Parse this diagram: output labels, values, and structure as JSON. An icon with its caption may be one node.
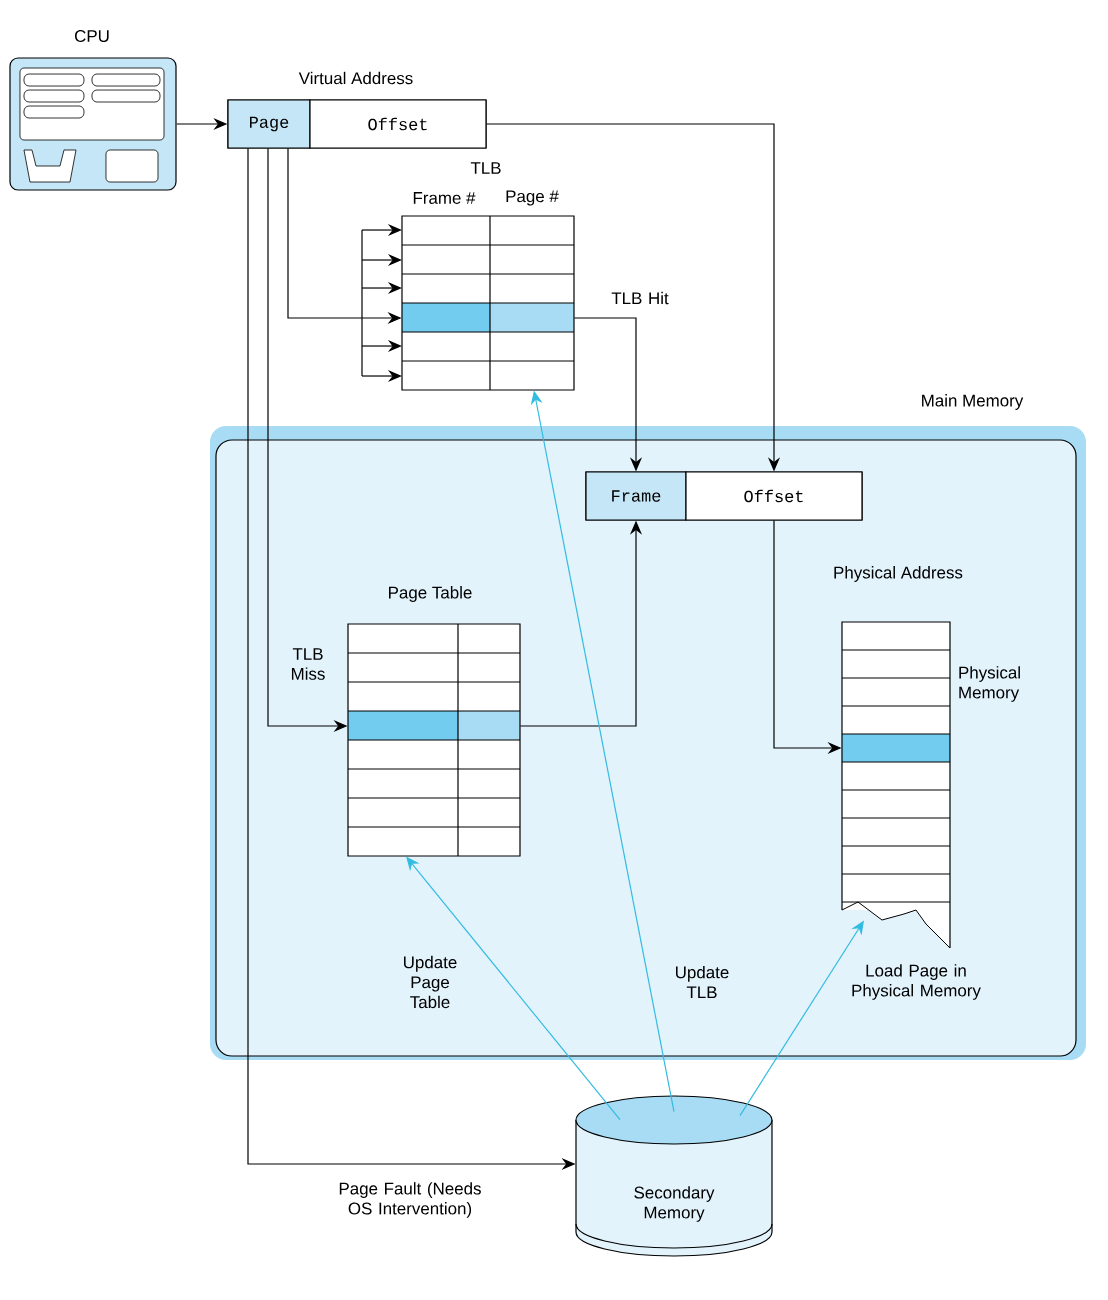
{
  "diagram": {
    "nodes": [
      {
        "text": [
          "CPU"
        ]
      },
      {
        "text": [
          "Virtual Address"
        ]
      },
      {
        "text": [
          "Page"
        ],
        "in": 1
      },
      {
        "text": [
          "Offset"
        ],
        "in": 1
      },
      {
        "text": [
          "TLB",
          "Frame #",
          "Page #"
        ]
      },
      {
        "text": [
          "Main Memory"
        ]
      },
      {
        "text": [
          "Physical Address"
        ],
        "in": 5
      },
      {
        "text": [
          "Frame"
        ],
        "in": 6
      },
      {
        "text": [
          "Offset"
        ],
        "in": 6
      },
      {
        "text": [
          "Page Table"
        ],
        "in": 5
      },
      {
        "text": [
          "Physical Memory"
        ],
        "in": 5
      },
      {
        "text": [
          "Secondary Memory"
        ]
      }
    ],
    "edges": [
      {
        "from": 0,
        "to": 2,
        "arrow": "to"
      },
      {
        "from": 3,
        "to": 8,
        "arrow": "to"
      },
      {
        "from": 2,
        "to": 4,
        "arrow": "to"
      },
      {
        "from": 4,
        "to": 7,
        "arrow": "to",
        "label": "TLB Hit"
      },
      {
        "from": 2,
        "to": 9,
        "arrow": "to",
        "label": "TLB Miss"
      },
      {
        "from": 9,
        "to": 7,
        "arrow": "to"
      },
      {
        "from": 8,
        "to": 10,
        "arrow": "to"
      },
      {
        "from": 2,
        "to": 11,
        "arrow": "to",
        "label": "Page Fault (Needs OS Intervention)"
      },
      {
        "from": 11,
        "to": 9,
        "arrow": "to",
        "label": "Update Page Table",
        "color": "#33bbe0"
      },
      {
        "from": 11,
        "to": 4,
        "arrow": "to",
        "label": "Update TLB",
        "color": "#33bbe0"
      },
      {
        "from": 11,
        "to": 10,
        "arrow": "to",
        "label": "Load Page in Physical Memory",
        "color": "#33bbe0"
      }
    ]
  }
}
